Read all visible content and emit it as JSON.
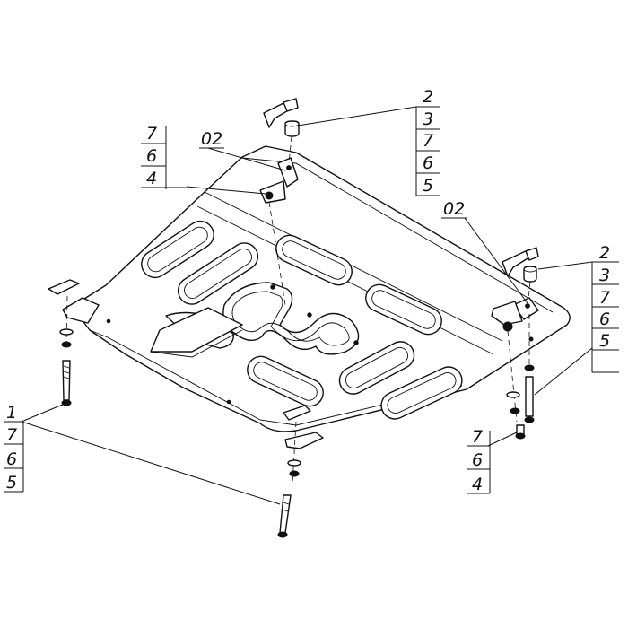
{
  "callouts": {
    "top_right_stack": [
      "2",
      "3",
      "7",
      "6",
      "5"
    ],
    "right_stack": [
      "2",
      "3",
      "7",
      "6",
      "5"
    ],
    "top_left_stack": [
      "7",
      "6",
      "4"
    ],
    "bottom_left_stack": [
      "1",
      "7",
      "6",
      "5"
    ],
    "bottom_right_stack": [
      "7",
      "6",
      "4"
    ],
    "ref_left": "02",
    "ref_right": "02"
  }
}
